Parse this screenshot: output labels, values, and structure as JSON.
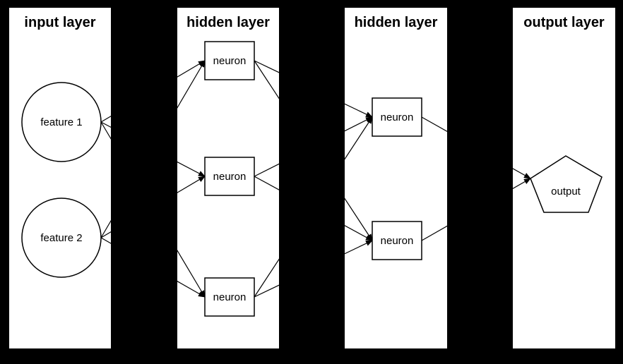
{
  "diagram": {
    "type": "neural-network-architecture",
    "colors": {
      "background": "#000000",
      "panel_fill": "#ffffff",
      "stroke": "#000000",
      "text": "#000000"
    },
    "layers": [
      {
        "id": "input",
        "title": "input layer",
        "nodes": [
          {
            "id": "f1",
            "label": "feature 1",
            "shape": "circle"
          },
          {
            "id": "f2",
            "label": "feature 2",
            "shape": "circle"
          }
        ]
      },
      {
        "id": "hidden1",
        "title": "hidden layer",
        "nodes": [
          {
            "id": "h1n1",
            "label": "neuron",
            "shape": "rect"
          },
          {
            "id": "h1n2",
            "label": "neuron",
            "shape": "rect"
          },
          {
            "id": "h1n3",
            "label": "neuron",
            "shape": "rect"
          }
        ]
      },
      {
        "id": "hidden2",
        "title": "hidden layer",
        "nodes": [
          {
            "id": "h2n1",
            "label": "neuron",
            "shape": "rect"
          },
          {
            "id": "h2n2",
            "label": "neuron",
            "shape": "rect"
          }
        ]
      },
      {
        "id": "output",
        "title": "output layer",
        "nodes": [
          {
            "id": "out",
            "label": "output",
            "shape": "pentagon"
          }
        ]
      }
    ],
    "edges": [
      [
        "f1",
        "h1n1"
      ],
      [
        "f1",
        "h1n2"
      ],
      [
        "f1",
        "h1n3"
      ],
      [
        "f2",
        "h1n1"
      ],
      [
        "f2",
        "h1n2"
      ],
      [
        "f2",
        "h1n3"
      ],
      [
        "h1n1",
        "h2n1"
      ],
      [
        "h1n1",
        "h2n2"
      ],
      [
        "h1n2",
        "h2n1"
      ],
      [
        "h1n2",
        "h2n2"
      ],
      [
        "h1n3",
        "h2n1"
      ],
      [
        "h1n3",
        "h2n2"
      ],
      [
        "h2n1",
        "out"
      ],
      [
        "h2n2",
        "out"
      ]
    ]
  }
}
